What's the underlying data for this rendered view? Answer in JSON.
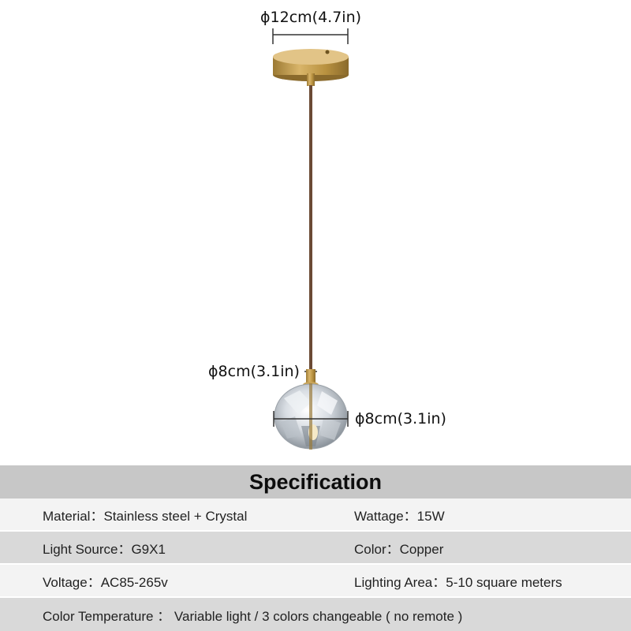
{
  "dimensions": {
    "canopy_diameter": "ϕ12cm(4.7in)",
    "shade_top_diameter": "ϕ8cm(3.1in)",
    "shade_width": "ϕ8cm(3.1in)"
  },
  "colors": {
    "brass": "#b8913f",
    "cord": "#6b4a35",
    "title_bar": "#c7c7c7",
    "row_dark": "#d9d9d9",
    "row_light": "#f3f3f3"
  },
  "spec": {
    "title": "Specification",
    "material": "Material：Stainless steel + Crystal",
    "wattage": "Wattage：15W",
    "light_source": "Light Source：G9X1",
    "color": "Color：Copper",
    "voltage": "Voltage：AC85-265v",
    "lighting_area": "Lighting Area：5-10 square meters",
    "color_temperature": "Color Temperature ： Variable light / 3 colors changeable ( no remote )"
  }
}
